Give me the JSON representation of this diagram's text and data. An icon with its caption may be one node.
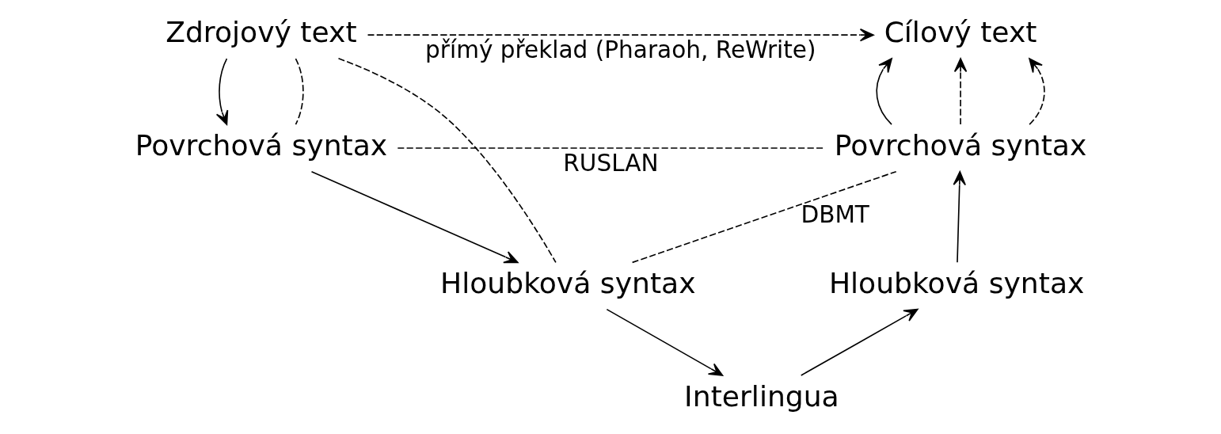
{
  "diagram": {
    "nodes": [
      {
        "text": [
          "Interlingua"
        ]
      },
      {
        "text": [
          "Hloubková syntax"
        ]
      },
      {
        "text": [
          "Hloubková syntax"
        ]
      },
      {
        "text": [
          "Povrchová syntax"
        ]
      },
      {
        "text": [
          "Povrchová syntax"
        ]
      },
      {
        "text": [
          "Zdrojový text"
        ]
      },
      {
        "text": [
          "Cílový text"
        ]
      }
    ],
    "edges": [
      {
        "from": 5,
        "to": 3,
        "arrow": "to"
      },
      {
        "from": 3,
        "to": 1,
        "arrow": "to"
      },
      {
        "from": 1,
        "to": 0,
        "arrow": "to"
      },
      {
        "from": 0,
        "to": 2,
        "arrow": "to"
      },
      {
        "from": 2,
        "to": 4,
        "arrow": "to"
      },
      {
        "from": 4,
        "to": 6,
        "arrow": "to"
      },
      {
        "from": 5,
        "to": 1,
        "arrow": "none",
        "style": "dashed"
      },
      {
        "from": 1,
        "to": 4,
        "arrow": "none",
        "style": "dashed",
        "label": "DBMT"
      },
      {
        "from": 4,
        "to": 6,
        "arrow": "to",
        "style": "dashed"
      },
      {
        "from": 5,
        "to": 3,
        "arrow": "none",
        "style": "dashed"
      },
      {
        "from": 3,
        "to": 4,
        "arrow": "none",
        "style": "dashed",
        "label": "RUSLAN"
      },
      {
        "from": 4,
        "to": 6,
        "arrow": "to",
        "style": "dashed"
      },
      {
        "from": 5,
        "to": 6,
        "arrow": "to",
        "style": "dashed",
        "label": "přímý překlad (Pharaoh, ReWrite)"
      }
    ]
  }
}
